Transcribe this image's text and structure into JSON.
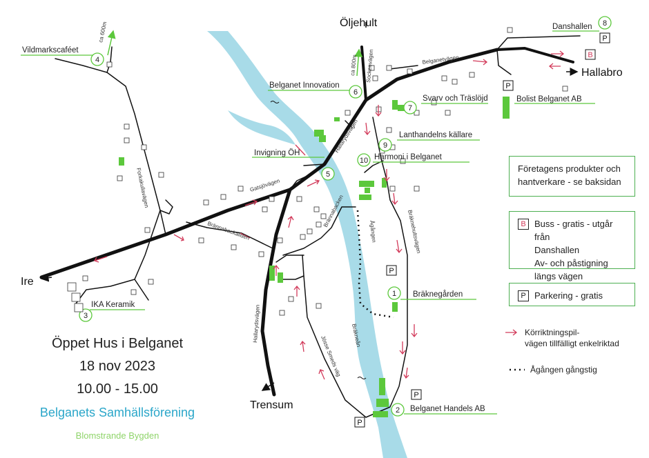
{
  "places": {
    "oljehult": "Öljehult",
    "hallabro": "Hallabro",
    "ire": "Ire",
    "trensum": "Trensum"
  },
  "roads": {
    "belganetvagen": "Belganetvägen",
    "sockenvagen": "Sockenvägen",
    "hallarydsvagen_north": "Hallarydsvägen",
    "hallarydsvagen_south": "Hallarydsvägen",
    "gatsjovagen": "Gatsjövägen",
    "brannabackaliden": "Brännabackaliden",
    "brannabacken": "Brännabacken",
    "forkakullavagen": "Forkakullavägen",
    "braknehultsvagen": "Bräknehultsvägen",
    "josse_smeds_vag": "Jösse Smeds väg",
    "agangen": "Ågången",
    "brakne_an": "Bräkneån"
  },
  "distances": {
    "north_spur": "ca 600m",
    "sockenvagen_spur": "ca 800m"
  },
  "stations": [
    {
      "num": "1",
      "name": "Bräknegården"
    },
    {
      "num": "2",
      "name": "Belganet Handels AB"
    },
    {
      "num": "3",
      "name": "IKA Keramik"
    },
    {
      "num": "4",
      "name": "Vildmarkscaféet"
    },
    {
      "num": "5",
      "name": "Invigning ÖH"
    },
    {
      "num": "6",
      "name": "Belganet Innovation"
    },
    {
      "num": "7",
      "name": "Svarv och Träslöjd"
    },
    {
      "num": "8",
      "name": "Danshallen"
    },
    {
      "num": "9",
      "name": "Lanthandelns källare"
    },
    {
      "num": "10",
      "name": "Harmoni i Belganet"
    }
  ],
  "bolist": "Bolist Belganet AB",
  "map_symbols": {
    "parking": "P",
    "bus": "B"
  },
  "legend": {
    "products_line1": "Företagens produkter och",
    "products_line2": "hantverkare - se baksidan",
    "bus_line1": "Buss - gratis - utgår från",
    "bus_line2": "Danshallen",
    "bus_line3": "Av- och påstigning",
    "bus_line4": "längs vägen",
    "parking": "Parkering - gratis",
    "arrow_line1": "Körriktningspil-",
    "arrow_line2": "vägen tillfälligt enkelriktad",
    "path": "Ågången gångstig"
  },
  "event": {
    "title": "Öppet Hus i Belganet",
    "date": "18 nov  2023",
    "time": "10.00 - 15.00",
    "organizer": "Belganets Samhällsförening",
    "tagline": "Blomstrande Bygden"
  },
  "colors": {
    "road": "#111111",
    "river": "#a8dbe8",
    "green": "#5cc83c",
    "arrow": "#d23a5a",
    "organizer": "#2aa6c9",
    "tagline": "#8fd46a"
  }
}
